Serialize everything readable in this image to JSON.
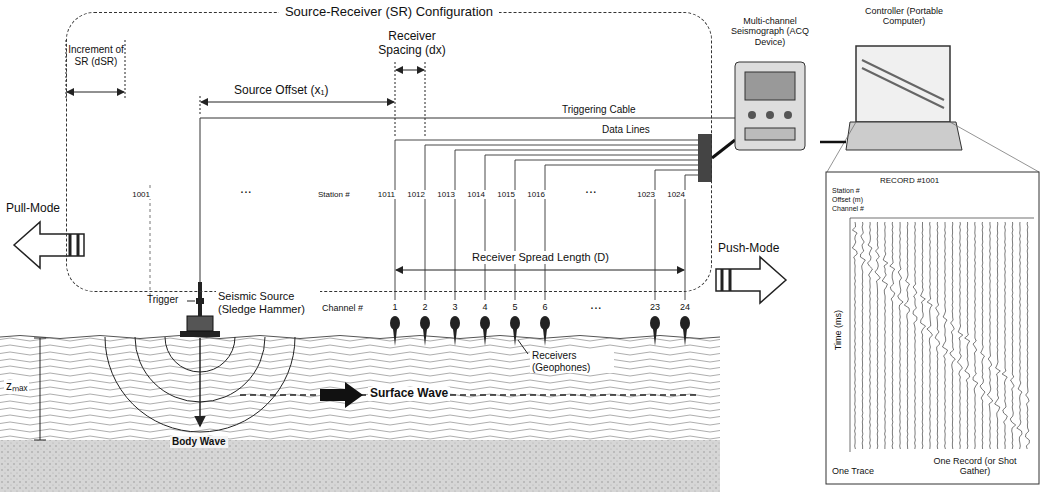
{
  "diagram": {
    "nodes": [
      {
        "text": [
          "Source-Receiver (SR) Configuration"
        ]
      },
      {
        "text": [
          "Multi-channel Seismograph (ACQ Device)"
        ]
      },
      {
        "text": [
          "Controller (Portable Computer)"
        ]
      }
    ],
    "edges": [
      {
        "from": 1,
        "to": 2,
        "arrow": "none"
      }
    ],
    "labels": [
      "Increment of SR (dSR)",
      "Source Offset (x₁)",
      "Receiver Spacing (dx)",
      "Triggering Cable",
      "Data Lines",
      "Pull-Mode",
      "Push-Mode",
      "1001",
      "...",
      "Station #",
      "1011",
      "1012",
      "1013",
      "1014",
      "1015",
      "1016",
      "...",
      "1023",
      "1024",
      "Receiver Spread Length (D)",
      "Channel #",
      "1",
      "2",
      "3",
      "4",
      "5",
      "6",
      "...",
      "23",
      "24",
      "Trigger",
      "Seismic Source (Sledge Hammer)",
      "Receivers (Geophones)",
      "Surface Wave",
      "Body Wave",
      "zₘₐₓ",
      "RECORD #1001",
      "Station #",
      "Offset (m)",
      "Channel #",
      "Time (ms)",
      "One Trace",
      "One Record (or Shot Gather)"
    ]
  }
}
